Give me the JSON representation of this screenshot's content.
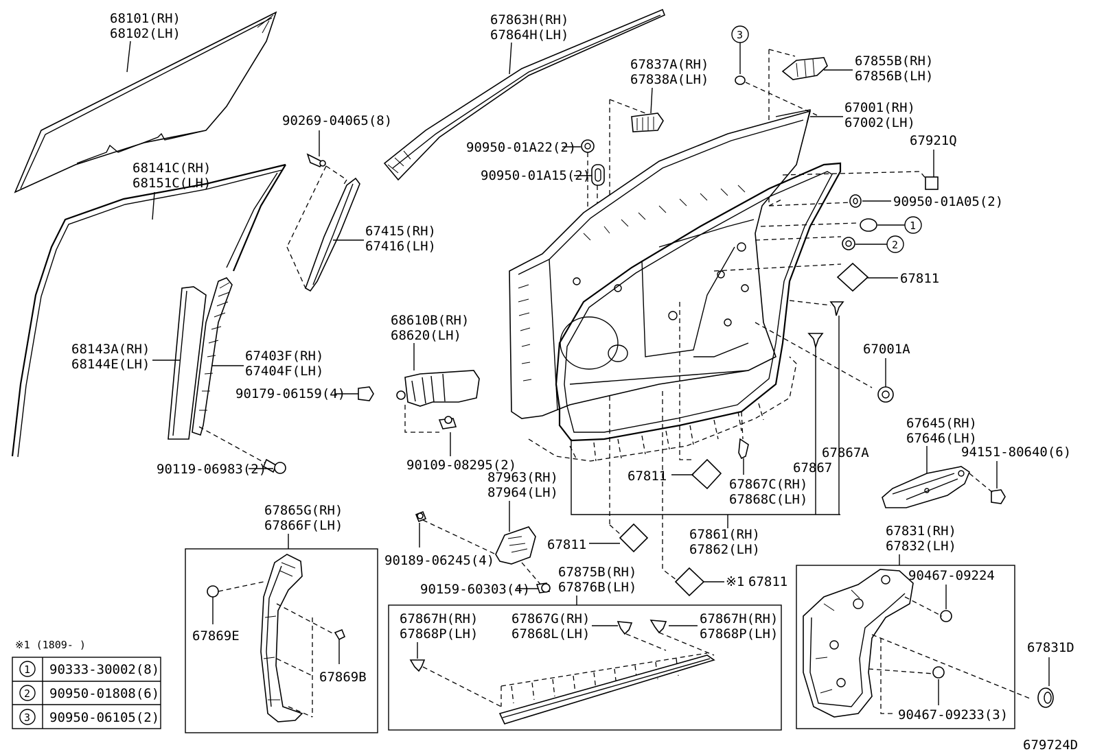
{
  "labels": {
    "p68101": "68101(RH)",
    "p68102": "68102(LH)",
    "p67863h": "67863H(RH)",
    "p67864h": "67864H(LH)",
    "p90269": "90269-04065(8)",
    "p68141c": "68141C(RH)",
    "p68151c": "68151C(LH)",
    "p67415": "67415(RH)",
    "p67416": "67416(LH)",
    "p68143a": "68143A(RH)",
    "p68144e": "68144E(LH)",
    "p67403f": "67403F(RH)",
    "p67404f": "67404F(LH)",
    "p68610b": "68610B(RH)",
    "p68620": "68620(LH)",
    "p90179": "90179-06159(4)",
    "p90119": "90119-06983(2)",
    "p90109": "90109-08295(2)",
    "p67837a": "67837A(RH)",
    "p67838a": "67838A(LH)",
    "p90950a22": "90950-01A22(2)",
    "p90950a15": "90950-01A15(2)",
    "p67855b": "67855B(RH)",
    "p67856b": "67856B(LH)",
    "p67001": "67001(RH)",
    "p67002": "67002(LH)",
    "p67921q": "67921Q",
    "p90950a05": "90950-01A05(2)",
    "p67811a": "67811",
    "p67001a": "67001A",
    "p67867a": "67867A",
    "p67867": "67867",
    "p67811b": "67811",
    "p67867c": "67867C(RH)",
    "p67868c": "67868C(LH)",
    "p67645": "67645(RH)",
    "p67646": "67646(LH)",
    "p94151": "94151-80640(6)",
    "p87963": "87963(RH)",
    "p87964": "87964(LH)",
    "p67811c": "67811",
    "p67861": "67861(RH)",
    "p67862": "67862(LH)",
    "p67811d": "67811",
    "p67831": "67831(RH)",
    "p67832": "67832(LH)",
    "p90189": "90189-06245(4)",
    "p90159": "90159-60303(4)",
    "p67865g": "67865G(RH)",
    "p67866f": "67866F(LH)",
    "p67869e": "67869E",
    "p67869b": "67869B",
    "p67875b": "67875B(RH)",
    "p67876b": "67876B(LH)",
    "p67867h_l": "67867H(RH)",
    "p67868p_l": "67868P(LH)",
    "p67867g": "67867G(RH)",
    "p67868l": "67868L(LH)",
    "p67867h_r": "67867H(RH)",
    "p67868p_r": "67868P(LH)",
    "p90467_09224": "90467-09224",
    "p67831d": "67831D",
    "p90467_09233": "90467-09233(3)",
    "mark3": "3",
    "mark1": "1",
    "mark2": "2",
    "note_ref": "※1",
    "illus_id": "679724D"
  },
  "legend": {
    "note": "※1 (1809-     )",
    "rows": [
      {
        "mark": "1",
        "part": "90333-30002(8)"
      },
      {
        "mark": "2",
        "part": "90950-01808(6)"
      },
      {
        "mark": "3",
        "part": "90950-06105(2)"
      }
    ]
  }
}
